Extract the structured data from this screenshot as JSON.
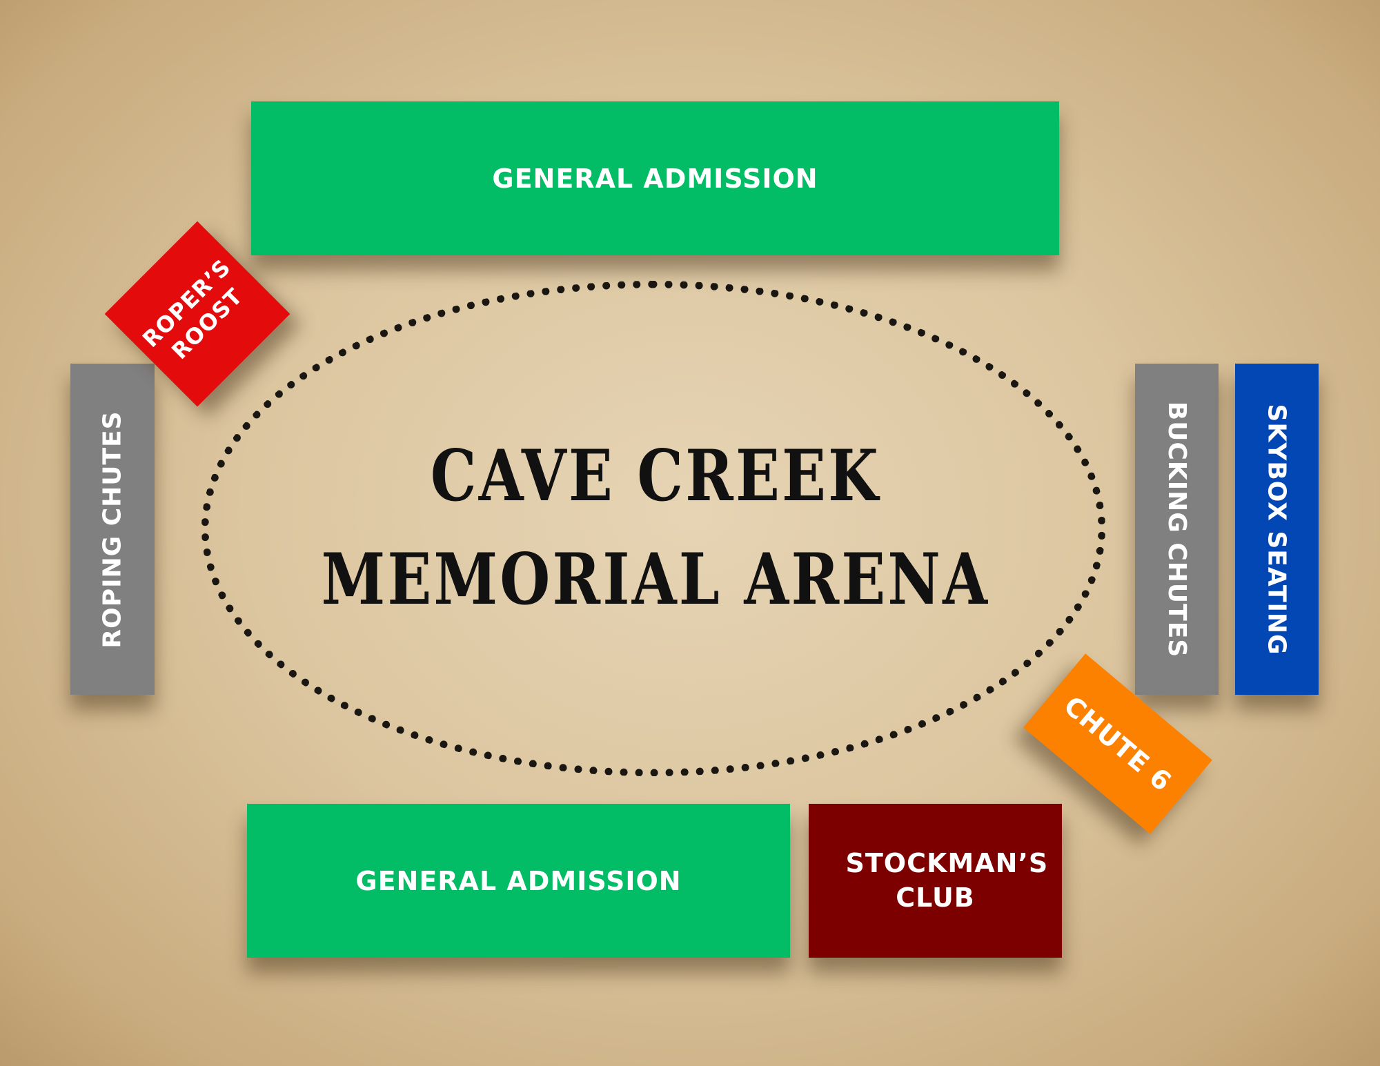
{
  "arena": {
    "title_line1": "CAVE CREEK",
    "title_line2": "MEMORIAL ARENA"
  },
  "sections": {
    "general_admission_top": "GENERAL ADMISSION",
    "general_admission_bottom": "GENERAL ADMISSION",
    "stockmans_club": "STOCKMAN’S CLUB",
    "roping_chutes": "ROPING CHUTES",
    "bucking_chutes": "BUCKING CHUTES",
    "skybox_seating": "SKYBOX SEATING",
    "ropers_roost": "ROPER’S ROOST",
    "chute_6": "CHUTE 6"
  },
  "colors": {
    "general_admission": "#02bd65",
    "chutes": "#808080",
    "skybox": "#0347b5",
    "ropers_roost": "#e40b0c",
    "chute_6": "#fd8100",
    "stockmans_club": "#7d0000",
    "background": "#dcc6a0"
  }
}
